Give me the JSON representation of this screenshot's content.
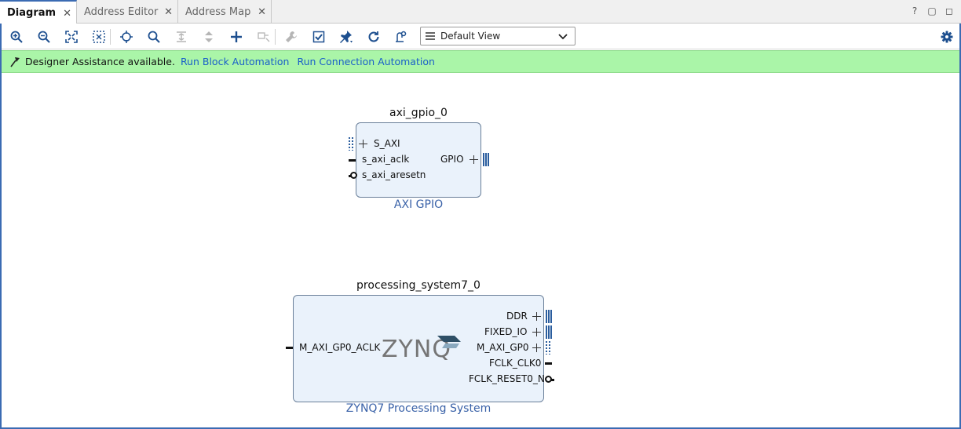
{
  "tabs": [
    {
      "label": "Diagram",
      "active": true
    },
    {
      "label": "Address Editor",
      "active": false
    },
    {
      "label": "Address Map",
      "active": false
    }
  ],
  "tab_close_glyph": "✕",
  "window_controls": {
    "help": "?",
    "restore": "▢",
    "maximize": "◻"
  },
  "toolbar": {
    "icons": [
      "zoom-in-icon",
      "zoom-out-icon",
      "fit-icon",
      "fit-selection-icon",
      "auto-connect-icon",
      "search-icon",
      "align-icon",
      "expand-icon",
      "add-ip-icon",
      "make-external-icon",
      "properties-icon",
      "validate-icon",
      "pin-icon",
      "refresh-icon",
      "optimize-icon"
    ],
    "view_select": "Default View",
    "settings_icon": "gear-icon"
  },
  "assistance": {
    "message": "Designer Assistance available.",
    "run_block": "Run Block Automation",
    "run_connection": "Run Connection Automation"
  },
  "blocks": {
    "gpio": {
      "title": "axi_gpio_0",
      "subtitle": "AXI GPIO",
      "ports_left": [
        "S_AXI",
        "s_axi_aclk",
        "s_axi_aresetn"
      ],
      "ports_right": [
        "GPIO"
      ]
    },
    "ps7": {
      "title": "processing_system7_0",
      "subtitle": "ZYNQ7 Processing System",
      "logo_text": "ZYNQ",
      "ports_left": [
        "M_AXI_GP0_ACLK"
      ],
      "ports_right": [
        "DDR",
        "FIXED_IO",
        "M_AXI_GP0",
        "FCLK_CLK0",
        "FCLK_RESET0_N"
      ]
    }
  },
  "colors": {
    "accent": "#3b6bb3",
    "banner": "#aaf5a8",
    "link": "#1a5fc9",
    "block_fill": "#eaf2fb",
    "bus": "#2a5d9e"
  }
}
